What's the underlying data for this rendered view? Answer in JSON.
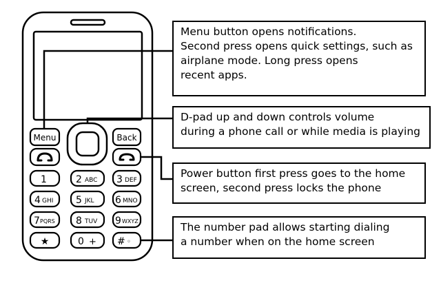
{
  "phone": {
    "keys": {
      "menu": "Menu",
      "back": "Back",
      "row1": [
        {
          "digit": "1",
          "letters": ""
        },
        {
          "digit": "2",
          "letters": "ABC"
        },
        {
          "digit": "3",
          "letters": "DEF"
        }
      ],
      "row2": [
        {
          "digit": "4",
          "letters": "GHI"
        },
        {
          "digit": "5",
          "letters": "JKL"
        },
        {
          "digit": "6",
          "letters": "MNO"
        }
      ],
      "row3": [
        {
          "digit": "7",
          "letters": "PQRS"
        },
        {
          "digit": "8",
          "letters": "TUV"
        },
        {
          "digit": "9",
          "letters": "WXYZ"
        }
      ],
      "row4": [
        {
          "digit": "★",
          "letters": ""
        },
        {
          "digit": "0",
          "letters": "+"
        },
        {
          "digit": "#",
          "letters": "◦"
        }
      ]
    }
  },
  "callouts": {
    "menu": [
      "Menu button opens notifications.",
      "Second press opens quick settings, such as",
      "airplane mode. Long press opens",
      "recent apps."
    ],
    "dpad": [
      "D-pad up and down controls volume",
      "during a phone call or while media is playing"
    ],
    "power": [
      "Power button first press goes to the home",
      "screen, second press locks the phone"
    ],
    "numpad": [
      "The number pad allows starting dialing",
      "a number when on the home screen"
    ]
  }
}
